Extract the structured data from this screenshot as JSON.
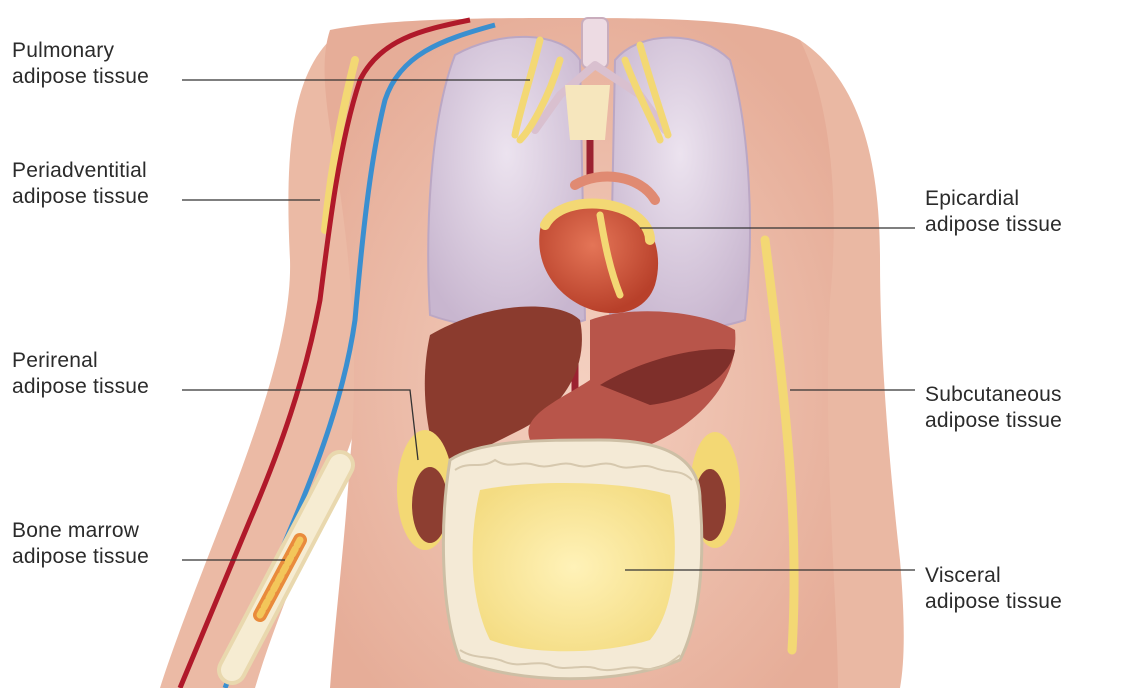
{
  "labels": {
    "pulmonary": {
      "line1": "Pulmonary",
      "line2": "adipose tissue"
    },
    "periadventitial": {
      "line1": "Periadventitial",
      "line2": "adipose tissue"
    },
    "perirenal": {
      "line1": "Perirenal",
      "line2": "adipose tissue"
    },
    "bone_marrow": {
      "line1": "Bone marrow",
      "line2": "adipose tissue"
    },
    "epicardial": {
      "line1": "Epicardial",
      "line2": "adipose tissue"
    },
    "subcutaneous": {
      "line1": "Subcutaneous",
      "line2": "adipose tissue"
    },
    "visceral": {
      "line1": "Visceral",
      "line2": "adipose tissue"
    }
  },
  "colors": {
    "skin": "#f0c4b0",
    "skin_shadow": "#e2a996",
    "lung": "#ddd0e0",
    "fat": "#f5e08a",
    "heart": "#d5563a",
    "liver": "#8a3a2c",
    "artery": "#b0192a",
    "vein": "#3a8fd0",
    "bone": "#f3e7c8",
    "intestine": "#f1ead8"
  }
}
